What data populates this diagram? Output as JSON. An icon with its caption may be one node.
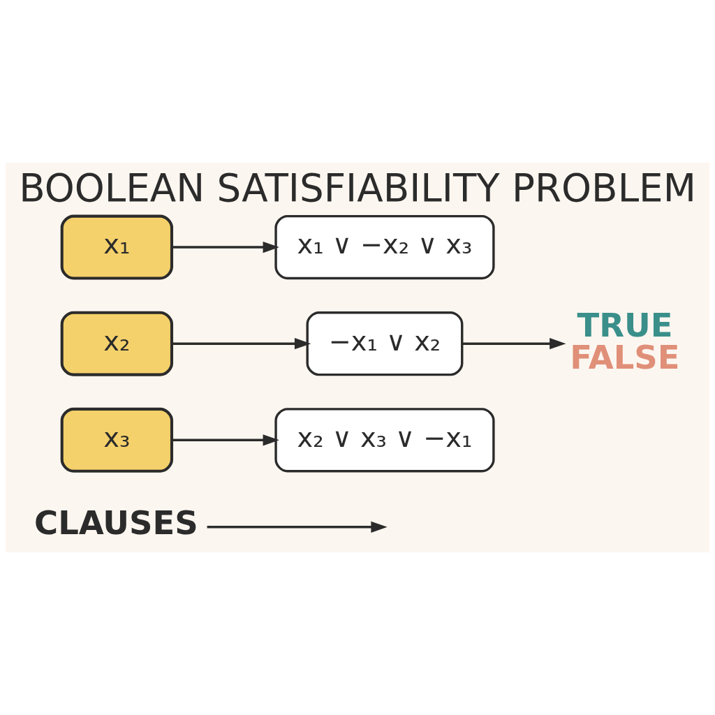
{
  "diagram": {
    "title": "BOOLEAN SATISFIABILITY PROBLEM",
    "nodes": [
      {
        "text": [
          "x₁"
        ]
      },
      {
        "text": [
          "x₂"
        ]
      },
      {
        "text": [
          "x₃"
        ]
      },
      {
        "text": [
          "x₁ ∨ −x₂ ∨ x₃"
        ]
      },
      {
        "text": [
          "−x₁ ∨ x₂"
        ]
      },
      {
        "text": [
          "x₂ ∨ x₃ ∨ −x₁"
        ]
      },
      {
        "text": [
          "TRUE",
          "FALSE"
        ]
      },
      {
        "text": [
          "CLAUSES"
        ]
      }
    ],
    "edges": [
      {
        "from": 0,
        "to": 3,
        "arrow": "to"
      },
      {
        "from": 1,
        "to": 4,
        "arrow": "to"
      },
      {
        "from": 2,
        "to": 5,
        "arrow": "to"
      },
      {
        "from": 4,
        "to": 6,
        "arrow": "to"
      },
      {
        "from": 7,
        "to": null,
        "arrow": "to"
      }
    ]
  }
}
